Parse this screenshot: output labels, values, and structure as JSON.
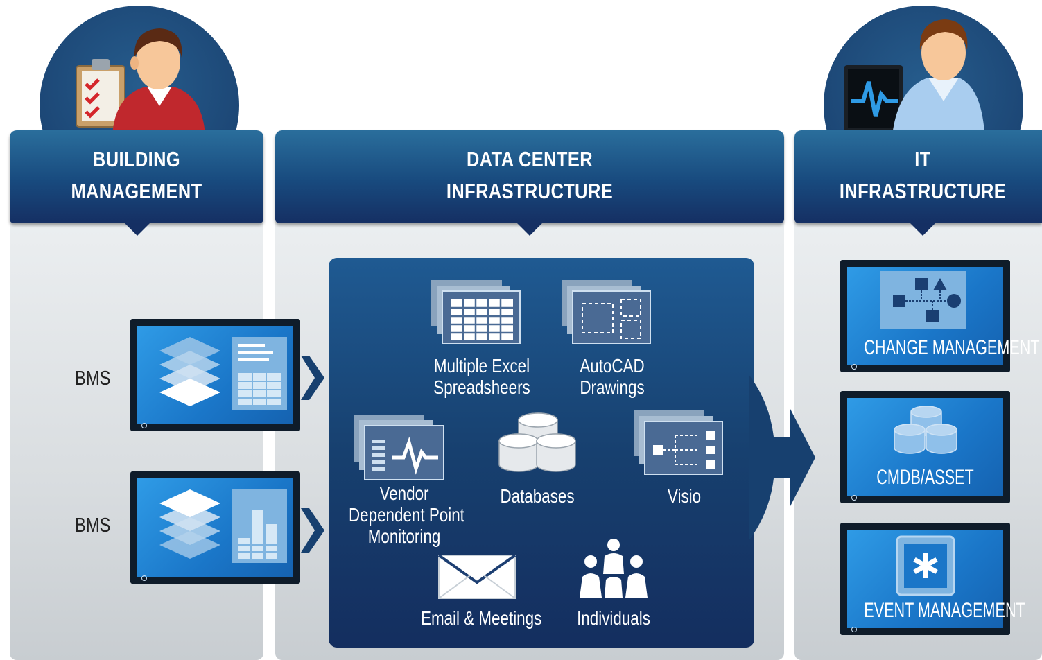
{
  "columns": {
    "building": {
      "title_line1": "BUILDING",
      "title_line2": "MANAGEMENT"
    },
    "datacenter": {
      "title_line1": "DATA CENTER",
      "title_line2": "INFRASTRUCTURE"
    },
    "it": {
      "title_line1": "IT",
      "title_line2": "INFRASTRUCTURE"
    }
  },
  "building": {
    "systems": [
      {
        "label": "BMS"
      },
      {
        "label": "BMS"
      }
    ]
  },
  "datacenter": {
    "sources": [
      {
        "label_line1": "Multiple Excel",
        "label_line2": "Spreadsheers",
        "icon": "spreadsheet-icon"
      },
      {
        "label_line1": "AutoCAD",
        "label_line2": "Drawings",
        "icon": "drawing-icon"
      },
      {
        "label_line1": "Vendor",
        "label_line2": "Dependent Point",
        "label_line3": "Monitoring",
        "icon": "monitoring-icon"
      },
      {
        "label_line1": "Databases",
        "icon": "database-icon"
      },
      {
        "label_line1": "Visio",
        "icon": "diagram-icon"
      },
      {
        "label_line1": "Email & Meetings",
        "icon": "envelope-icon"
      },
      {
        "label_line1": "Individuals",
        "icon": "people-icon"
      }
    ]
  },
  "it": {
    "tools": [
      {
        "label": "CHANGE MANAGEMENT",
        "icon": "flowchart-icon"
      },
      {
        "label": "CMDB/ASSET",
        "icon": "database-icon"
      },
      {
        "label": "EVENT MANAGEMENT",
        "icon": "asterisk-icon"
      }
    ]
  },
  "colors": {
    "header_top": "#2a6e9c",
    "header_bottom": "#152f63",
    "screen": "#1a76c8",
    "panel": "#d9dde0"
  }
}
